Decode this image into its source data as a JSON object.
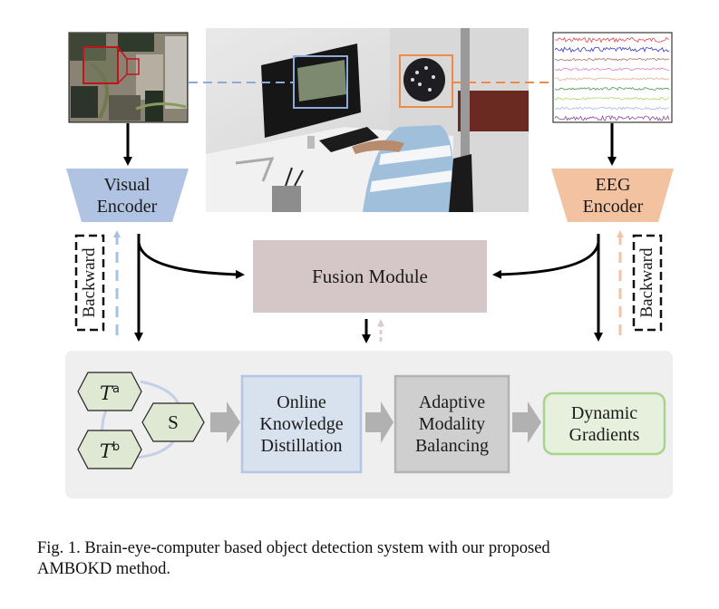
{
  "figure": {
    "visual_encoder": {
      "line1": "Visual",
      "line2": "Encoder",
      "color": "#b0c3e3"
    },
    "eeg_encoder": {
      "line1": "EEG",
      "line2": "Encoder",
      "color": "#f3c2a0"
    },
    "backward_left": "Backward",
    "backward_right": "Backward",
    "fusion_module": {
      "label": "Fusion Module",
      "color": "#d5c6c8"
    },
    "pipeline": {
      "teacher_a": {
        "base": "T",
        "sup": "a"
      },
      "teacher_b": {
        "base": "T",
        "sup": "b"
      },
      "student": "S",
      "online_kd": {
        "line1": "Online",
        "line2": "Knowledge",
        "line3": "Distillation",
        "color": "#d8e1ee",
        "border": "#b4c6e4"
      },
      "adaptive_mb": {
        "line1": "Adaptive",
        "line2": "Modality",
        "line3": "Balancing",
        "color": "#cfcfcf",
        "border": "#b3b3b3"
      },
      "dynamic_gradients": {
        "line1": "Dynamic",
        "line2": "Gradients",
        "color": "#e6f0dc",
        "border": "#a8d48e"
      }
    },
    "images": {
      "aerial_photo": "satellite-image-with-red-zoom-box",
      "lab_photo": "subject-wearing-eeg-cap-at-monitor",
      "eeg_signal": "multichannel-eeg-traces"
    },
    "highlight_colors": {
      "visual": "#8fa9d8",
      "eeg": "#ee8a48",
      "zoom_box": "#c0141a"
    }
  },
  "caption": {
    "line1": "Fig. 1.  Brain-eye-computer based object detection system with our proposed",
    "line2": "AMBOKD method."
  }
}
